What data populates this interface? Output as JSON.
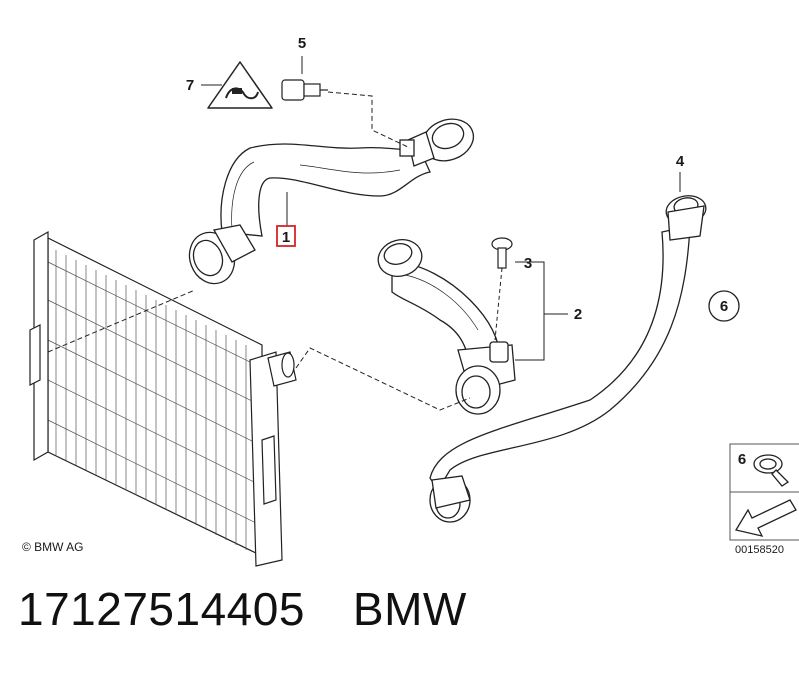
{
  "callouts": {
    "c1": "1",
    "c2": "2",
    "c3": "3",
    "c4": "4",
    "c5": "5",
    "c6": "6",
    "c7": "7",
    "c6_legend": "6"
  },
  "copyright": "© BMW AG",
  "drawing_number": "00158520",
  "part_number": "17127514405",
  "brand": "BMW",
  "colors": {
    "highlight_box": "#d9232a",
    "line": "#1a1a1a"
  },
  "icons": [
    "warning-triangle-icon",
    "hose-clamp-icon",
    "arrow-icon"
  ]
}
